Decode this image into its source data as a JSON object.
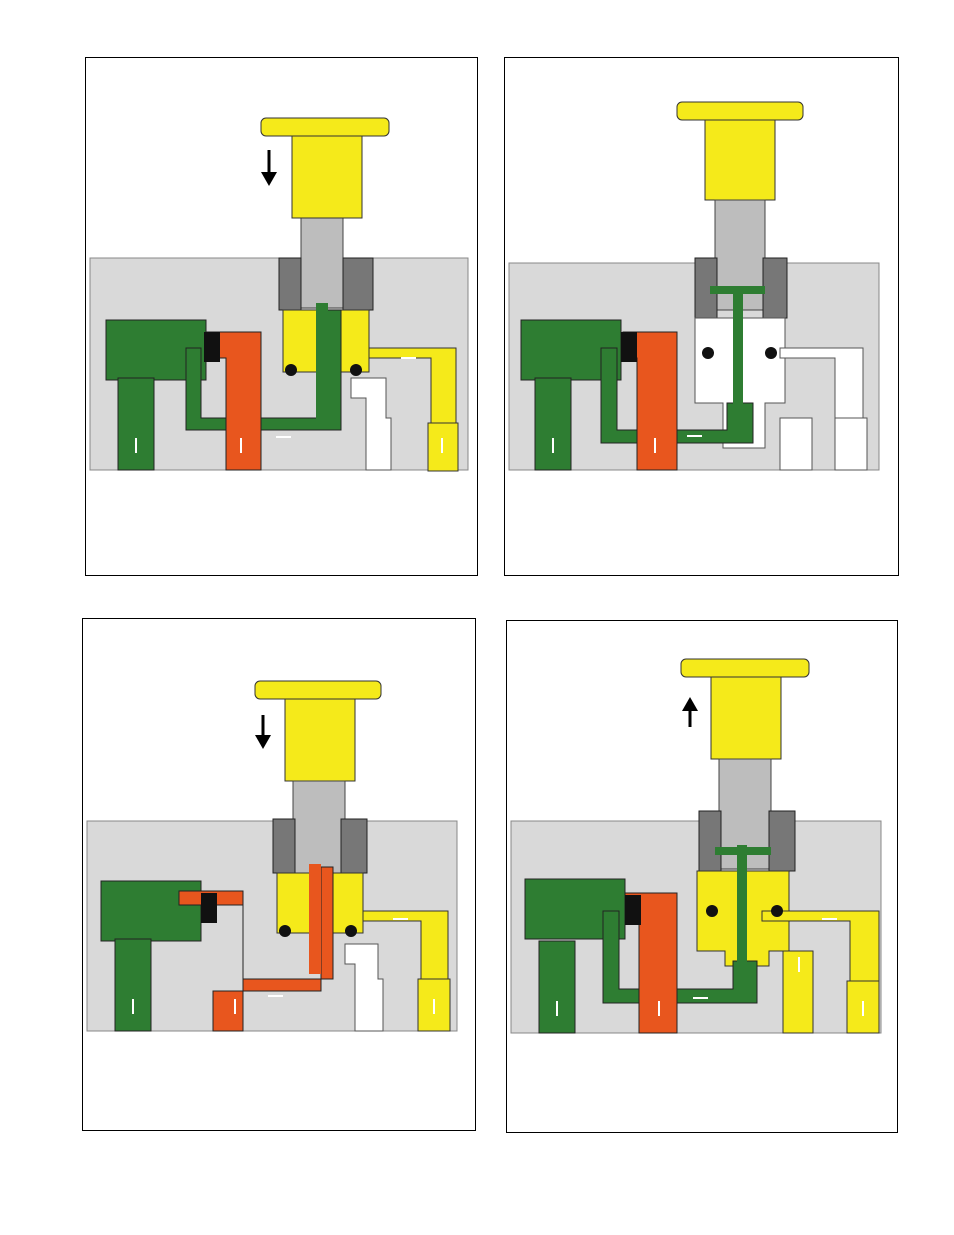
{
  "colors": {
    "supply": "#2e7d32",
    "delivery": "#e8561e",
    "control": "#f5ea1a",
    "exhaust": "#ffffff",
    "body": "#d9d9d9",
    "steel": "#bdbdbd",
    "seal": "#111111"
  },
  "panels": [
    {
      "id": "top-left",
      "knob_arrow": "down"
    },
    {
      "id": "top-right",
      "knob_arrow": "none"
    },
    {
      "id": "bottom-left",
      "knob_arrow": "down"
    },
    {
      "id": "bottom-right",
      "knob_arrow": "up"
    }
  ]
}
